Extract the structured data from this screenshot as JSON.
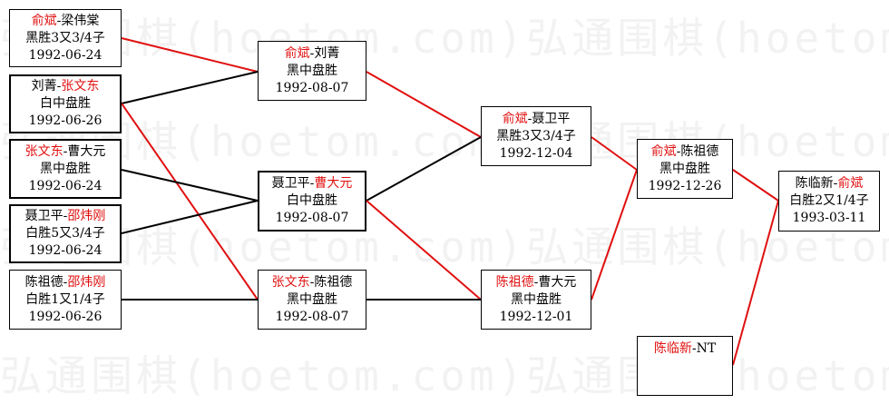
{
  "watermark": {
    "rows": [
      "弘通围棋(hoetom.com)弘通围棋(hoetom.com)",
      "弘通围棋(hoetom.com)弘通围棋(hoetom.com)",
      "弘通围棋(hoetom.com)弘通围棋(hoetom.com)",
      "弘通围棋(hoetom.com)弘通围棋(hoetom.com)"
    ]
  },
  "colors": {
    "winner": "#e01010",
    "line_red": "#e01010",
    "line_black": "#000000"
  },
  "games": [
    {
      "p1": "俞斌",
      "p2": "梁伟棠",
      "winner": 1,
      "result": "黑胜3又3/4子",
      "date": "1992-06-24"
    },
    {
      "p1": "刘菁",
      "p2": "张文东",
      "winner": 2,
      "result": "白中盘胜",
      "date": "1992-06-26"
    },
    {
      "p1": "张文东",
      "p2": "曹大元",
      "winner": 1,
      "result": "黑中盘胜",
      "date": "1992-06-24"
    },
    {
      "p1": "聂卫平",
      "p2": "邵炜刚",
      "winner": 2,
      "result": "白胜5又3/4子",
      "date": "1992-06-24"
    },
    {
      "p1": "陈祖德",
      "p2": "邵炜刚",
      "winner": 2,
      "result": "白胜1又1/4子",
      "date": "1992-06-26"
    },
    {
      "p1": "俞斌",
      "p2": "刘菁",
      "winner": 1,
      "result": "黑中盘胜",
      "date": "1992-08-07"
    },
    {
      "p1": "聂卫平",
      "p2": "曹大元",
      "winner": 2,
      "result": "白中盘胜",
      "date": "1992-08-07"
    },
    {
      "p1": "张文东",
      "p2": "陈祖德",
      "winner": 1,
      "result": "黑中盘胜",
      "date": "1992-08-07"
    },
    {
      "p1": "俞斌",
      "p2": "聂卫平",
      "winner": 1,
      "result": "黑胜3又3/4子",
      "date": "1992-12-04"
    },
    {
      "p1": "陈祖德",
      "p2": "曹大元",
      "winner": 1,
      "result": "黑中盘胜",
      "date": "1992-12-01"
    },
    {
      "p1": "俞斌",
      "p2": "陈祖德",
      "winner": 1,
      "result": "黑中盘胜",
      "date": "1992-12-26"
    },
    {
      "p1": "陈临新",
      "p2": "俞斌",
      "winner": 2,
      "result": "白胜2又1/4子",
      "date": "1993-03-11"
    },
    {
      "p1": "陈临新",
      "p2": "NT",
      "winner": 1
    }
  ]
}
